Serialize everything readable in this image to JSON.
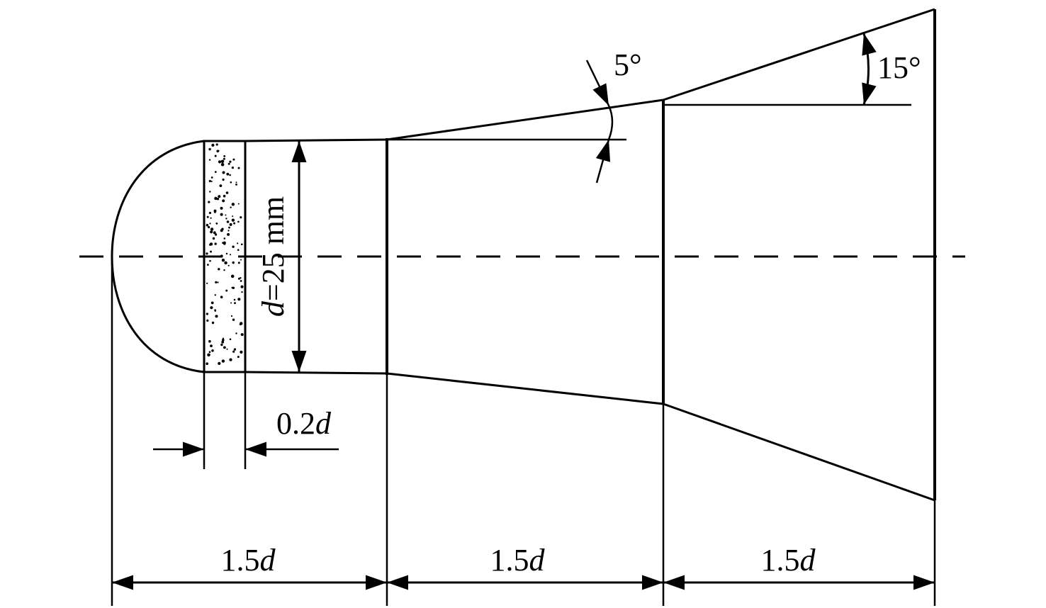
{
  "labels": {
    "angle_small": "5°",
    "angle_large": "15°",
    "diameter_var": "d",
    "diameter_rest": "=25 mm",
    "ring_num": "0.2",
    "ring_var": "d",
    "section_1_num": "1.5",
    "section_1_var": "d",
    "section_2_num": "1.5",
    "section_2_var": "d",
    "section_3_num": "1.5",
    "section_3_var": "d"
  },
  "colors": {
    "stroke": "#000000",
    "background": "#ffffff"
  }
}
